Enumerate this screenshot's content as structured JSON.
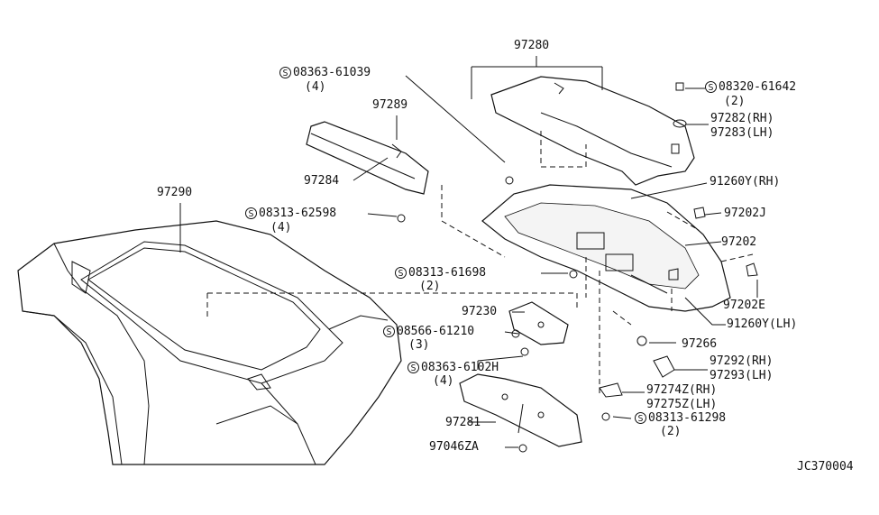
{
  "diagram_code": "JC370004",
  "symbol": "S",
  "labels": {
    "p97280": "97280",
    "p97289": "97289",
    "p97284": "97284",
    "p97290": "97290",
    "s08363_61039": "08363-61039",
    "q4a": "(4)",
    "s08320_61642": "08320-61642",
    "q2a": "(2)",
    "p97282": "97282(RH)",
    "p97283": "97283(LH)",
    "p91260y_rh": "91260Y(RH)",
    "p97202j": "97202J",
    "p97202": "97202",
    "s08313_62598": "08313-62598",
    "q4b": "(4)",
    "s08313_61698": "08313-61698",
    "q2b": "(2)",
    "p97202e": "97202E",
    "p91260y_lh": "91260Y(LH)",
    "p97230": "97230",
    "s08566_61210": "08566-61210",
    "q3": "(3)",
    "p97266": "97266",
    "s08363_6102h": "08363-6102H",
    "q4c": "(4)",
    "p97292": "97292(RH)",
    "p97293": "97293(LH)",
    "p97274z": "97274Z(RH)",
    "p97275z": "97275Z(LH)",
    "p97281": "97281",
    "s08313_61298": "08313-61298",
    "q2c": "(2)",
    "p97046za": "97046ZA"
  }
}
